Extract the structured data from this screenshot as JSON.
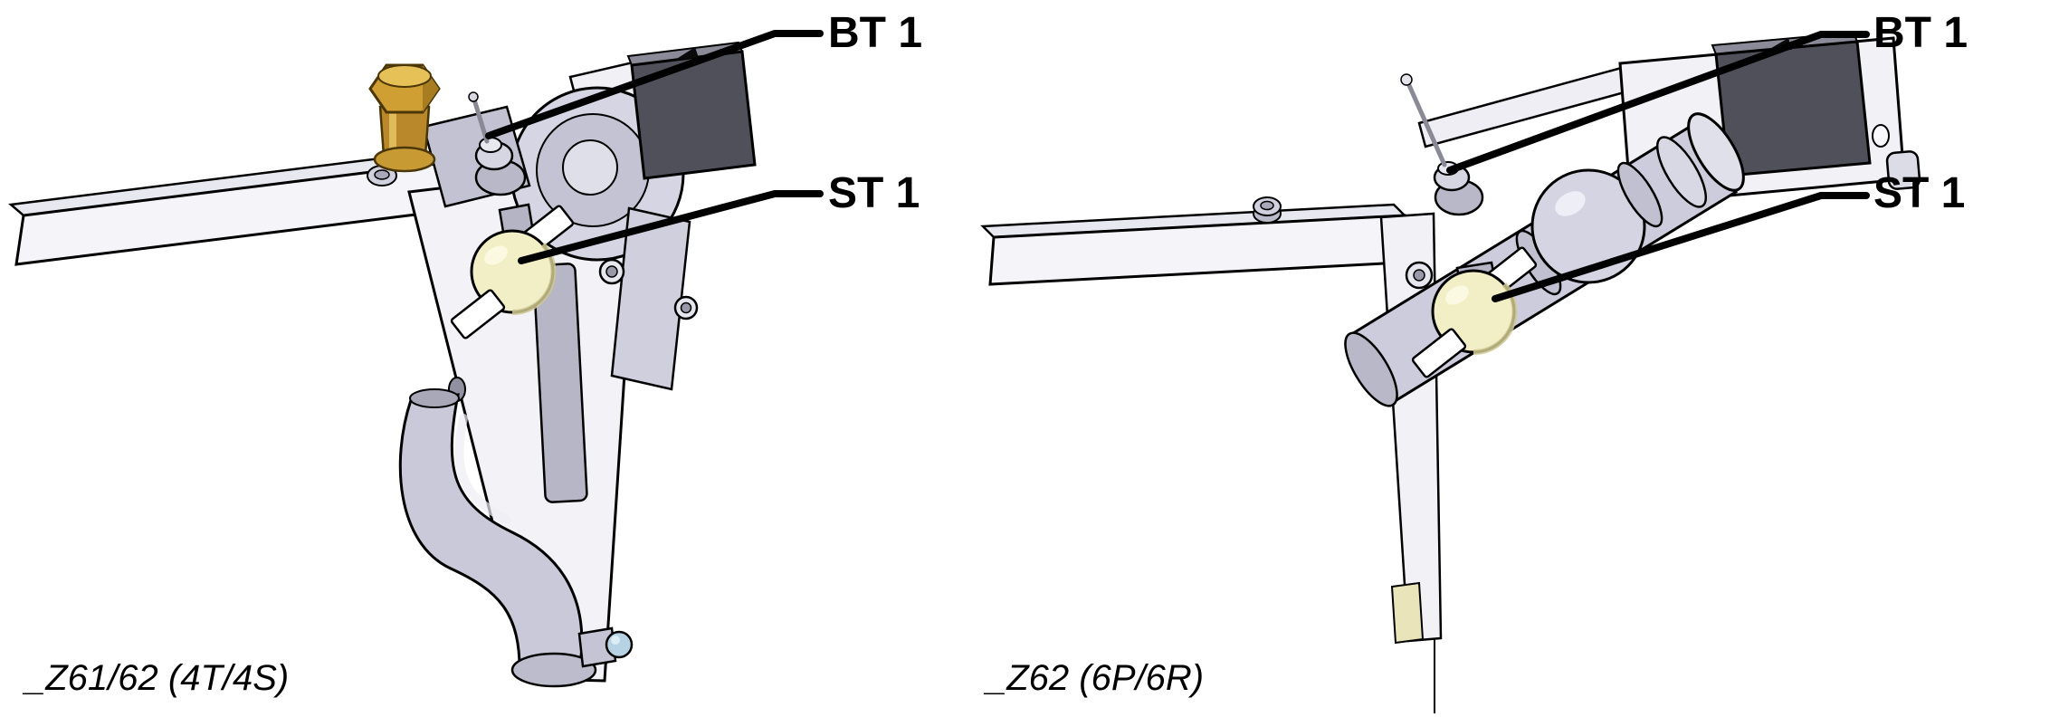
{
  "document": {
    "type": "technical-illustration",
    "background": "#ffffff"
  },
  "panels": [
    {
      "id": "left",
      "caption": "_Z61/62 (4T/4S)",
      "callouts": [
        {
          "label": "BT 1"
        },
        {
          "label": "ST 1"
        }
      ]
    },
    {
      "id": "right",
      "caption": "_Z62 (6P/6R)",
      "callouts": [
        {
          "label": "BT 1"
        },
        {
          "label": "ST 1"
        }
      ]
    }
  ],
  "colors": {
    "line": "#000000",
    "brass_fitting": "#cf9f33",
    "valve_cream": "#f2eec6",
    "metal_light": "#e8e8f0",
    "metal_mid": "#ccccdc",
    "housing_dark": "#50505a",
    "cap_blue": "#b7d3e3"
  }
}
